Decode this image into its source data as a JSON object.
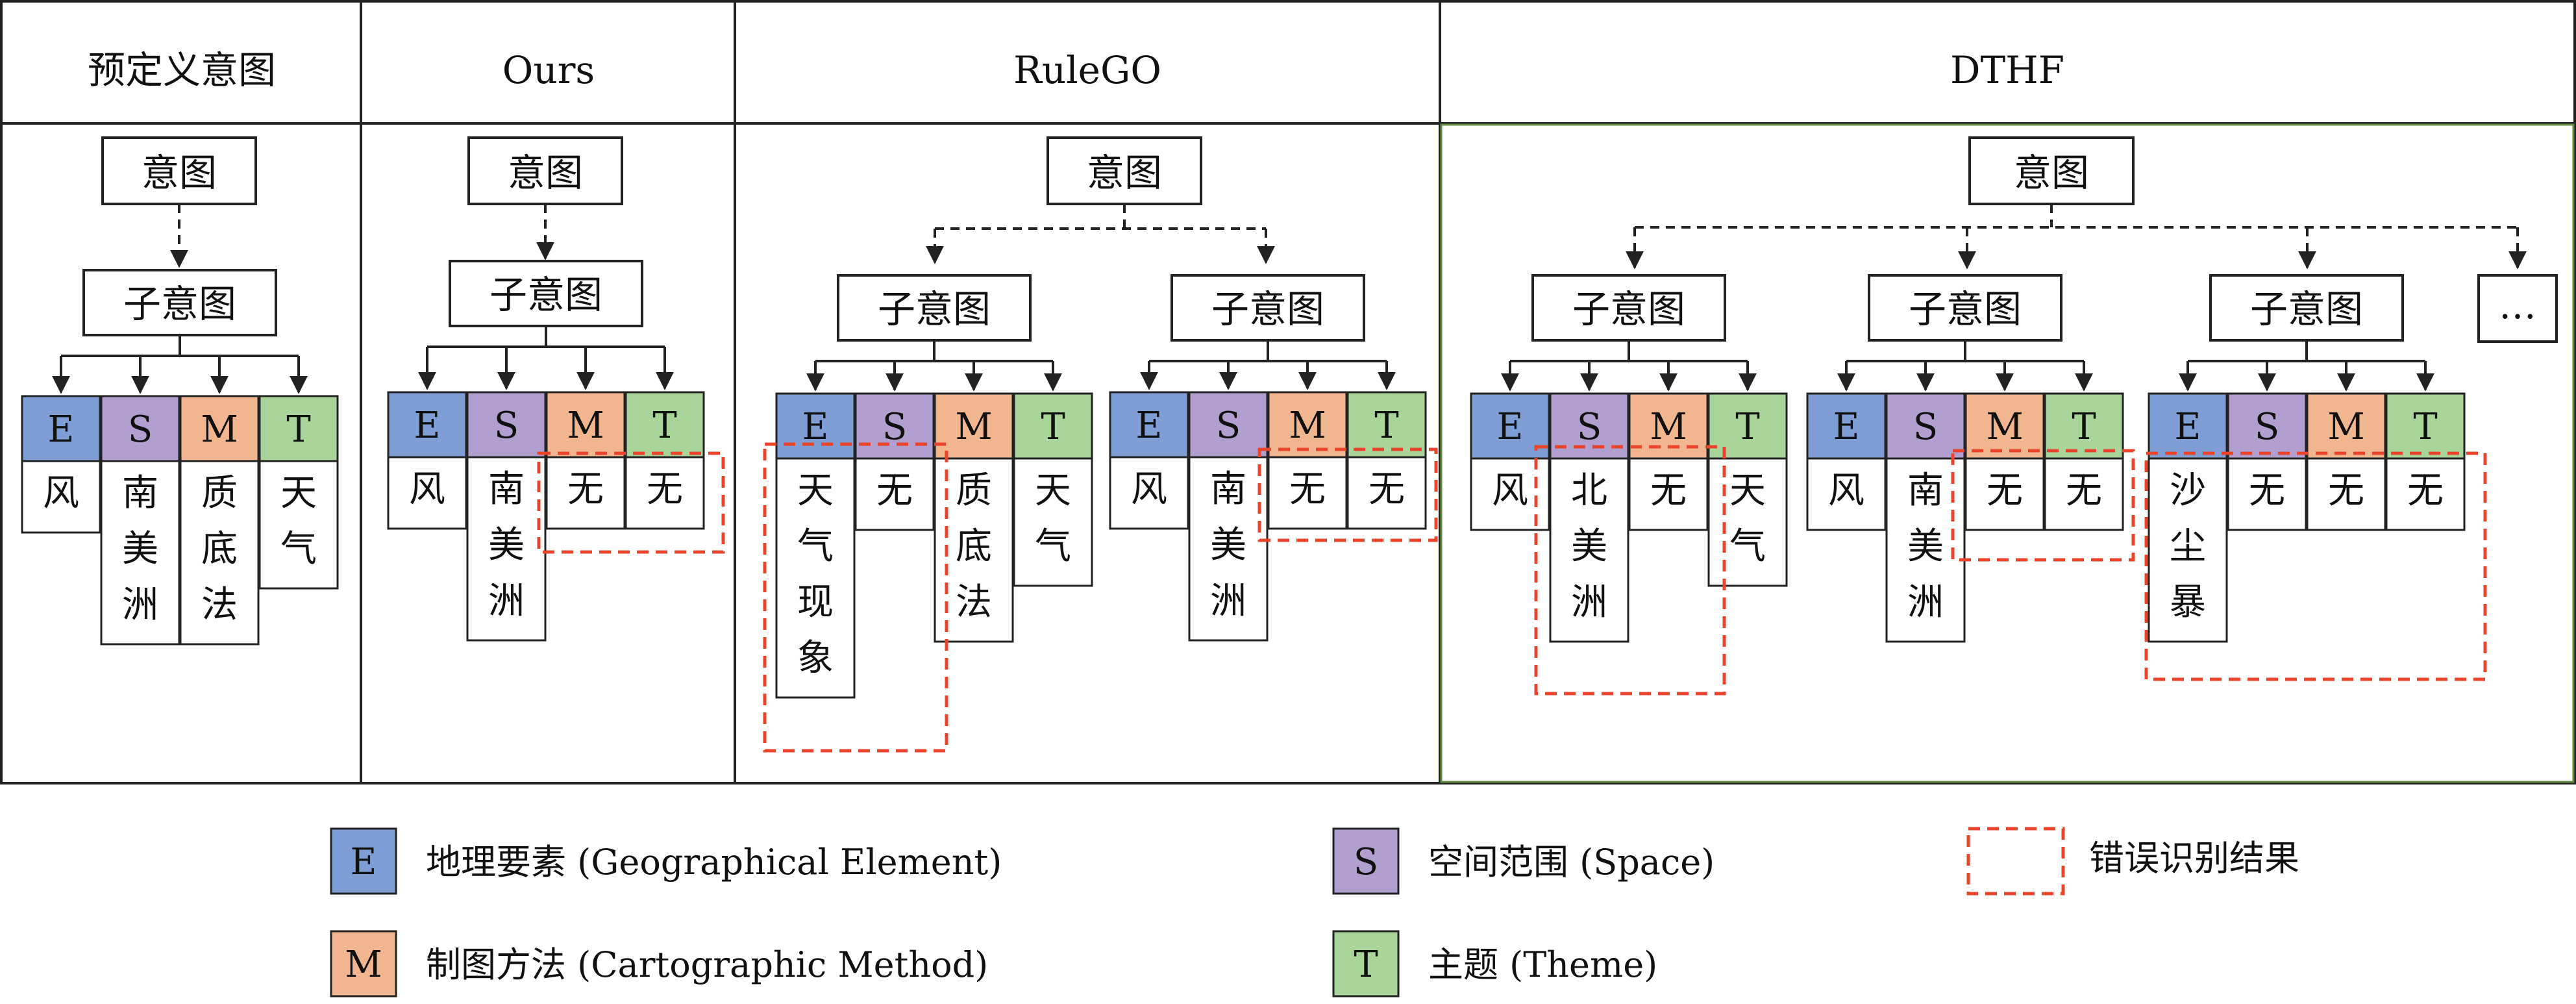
{
  "headers": [
    "预定义意图",
    "Ours",
    "RuleGO",
    "DTHF"
  ],
  "labels": {
    "intent": "意图",
    "sub_intent": "子意图",
    "ellipsis": "…"
  },
  "letters": {
    "E": "E",
    "S": "S",
    "M": "M",
    "T": "T"
  },
  "colors": {
    "E": "#7f9ed6",
    "S": "#b19fd0",
    "M": "#f1b68f",
    "T": "#a9d59b",
    "error": "#e8452c",
    "dthf_border": "#5d8a3e"
  },
  "groups": [
    {
      "panel": "预定义意图",
      "values": {
        "E": "风",
        "S": "南美洲",
        "M": "质底法",
        "T": "天气"
      }
    },
    {
      "panel": "Ours",
      "values": {
        "E": "风",
        "S": "南美洲",
        "M": "无",
        "T": "无"
      }
    },
    {
      "panel": "RuleGO",
      "values": {
        "E": "天气现象",
        "S": "无",
        "M": "质底法",
        "T": "天气"
      }
    },
    {
      "panel": "RuleGO",
      "values": {
        "E": "风",
        "S": "南美洲",
        "M": "无",
        "T": "无"
      }
    },
    {
      "panel": "DTHF",
      "values": {
        "E": "风",
        "S": "北美洲",
        "M": "无",
        "T": "天气"
      }
    },
    {
      "panel": "DTHF",
      "values": {
        "E": "风",
        "S": "南美洲",
        "M": "无",
        "T": "无"
      }
    },
    {
      "panel": "DTHF",
      "values": {
        "E": "沙尘暴",
        "S": "无",
        "M": "无",
        "T": "无"
      }
    }
  ],
  "legend": {
    "E": "地理要素 (Geographical Element)",
    "S": "空间范围 (Space)",
    "M": "制图方法 (Cartographic Method)",
    "T": "主题 (Theme)",
    "error": "错误识别结果"
  }
}
